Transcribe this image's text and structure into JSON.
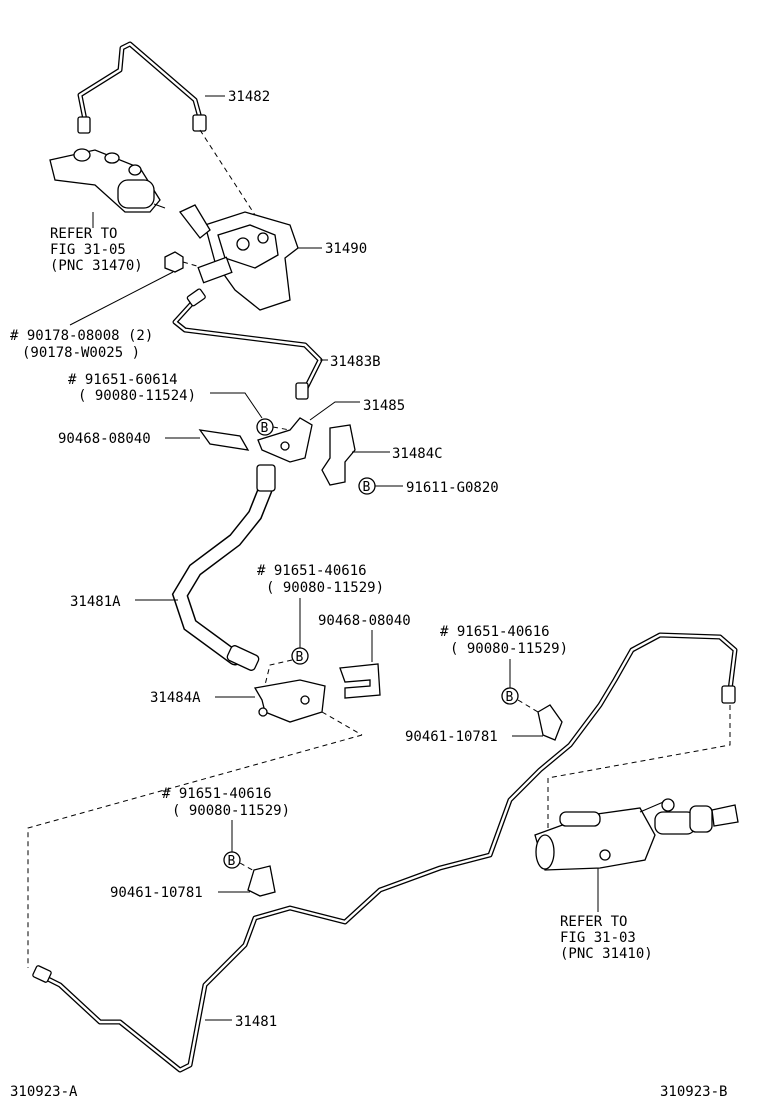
{
  "diagram": {
    "ref_left": [
      "REFER TO",
      "FIG 31-05",
      "(PNC 31470)"
    ],
    "ref_right": [
      "REFER TO",
      "FIG 31-03",
      "(PNC 31410)"
    ],
    "labels": {
      "p31482": "31482",
      "p31490": "31490",
      "p31483b": "31483B",
      "p31485": "31485",
      "p31484c": "31484C",
      "p31481a": "31481A",
      "p31484a": "31484A",
      "p31481": "31481",
      "bolt_a1": "# 90178-08008 (2)",
      "bolt_a2": "(90178-W0025 )",
      "bolt_b1": "# 91651-60614",
      "bolt_b2": "( 90080-11524)",
      "clip_1": "90468-08040",
      "bolt_c": "91611-G0820",
      "bolt_d1": "# 91651-40616",
      "bolt_d2": "( 90080-11529)",
      "clip_2": "90468-08040",
      "bolt_e1": "# 91651-40616",
      "bolt_e2": "( 90080-11529)",
      "clip_3": "90461-10781",
      "bolt_f1": "# 91651-40616",
      "bolt_f2": "( 90080-11529)",
      "clip_4": "90461-10781",
      "fig_a": "310923-A",
      "fig_b": "310923-B",
      "b_mark": "B"
    }
  }
}
